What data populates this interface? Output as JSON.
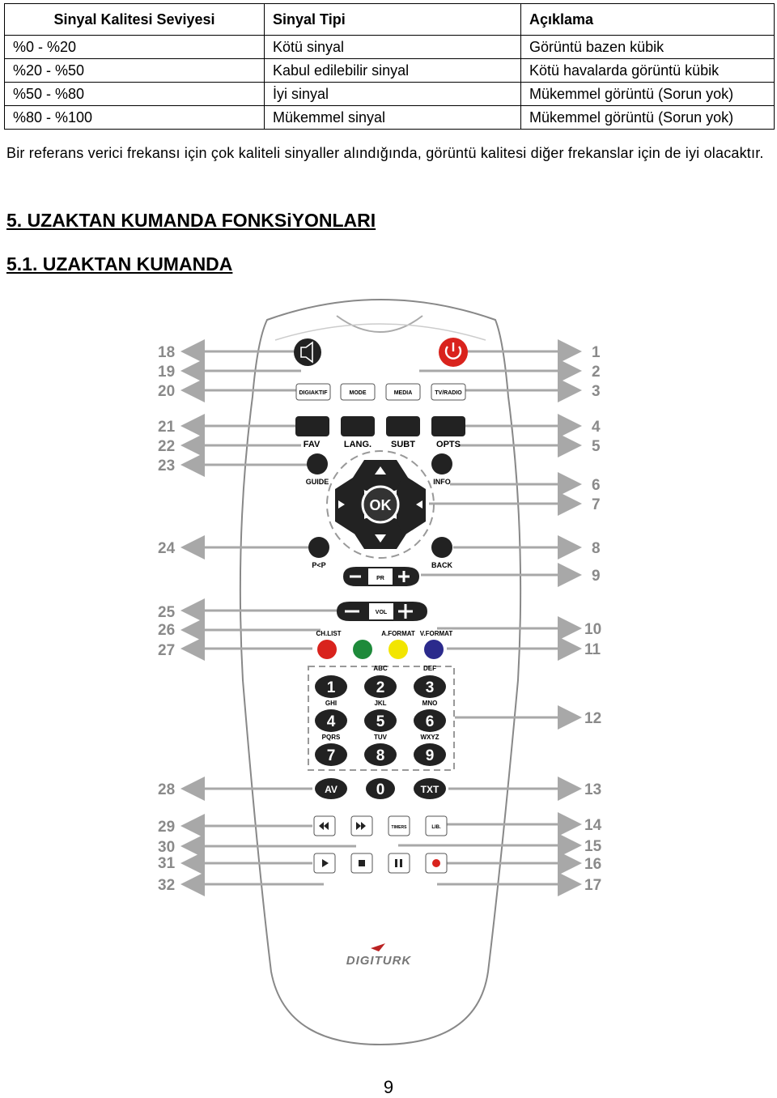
{
  "table": {
    "headers": [
      "Sinyal Kalitesi Seviyesi",
      "Sinyal Tipi",
      "Açıklama"
    ],
    "rows": [
      [
        "%0 - %20",
        "Kötü sinyal",
        "Görüntü bazen kübik"
      ],
      [
        "%20 - %50",
        "Kabul edilebilir sinyal",
        "Kötü havalarda görüntü kübik"
      ],
      [
        "%50 - %80",
        "İyi sinyal",
        "Mükemmel görüntü (Sorun yok)"
      ],
      [
        "%80 - %100",
        "Mükemmel sinyal",
        "Mükemmel görüntü (Sorun yok)"
      ]
    ]
  },
  "paragraph": "Bir referans verici frekansı için çok kaliteli sinyaller alındığında, görüntü kalitesi diğer frekanslar için de iyi olacaktır.",
  "heading1": "5. UZAKTAN KUMANDA FONKSiYONLARI",
  "heading2": "5.1. UZAKTAN KUMANDA",
  "remote": {
    "left_numbers": [
      "18",
      "19",
      "20",
      "21",
      "22",
      "23",
      "24",
      "25",
      "26",
      "27",
      "28",
      "29",
      "30",
      "31",
      "32"
    ],
    "right_numbers": [
      "1",
      "2",
      "3",
      "4",
      "5",
      "6",
      "7",
      "8",
      "9",
      "10",
      "11",
      "12",
      "13",
      "14",
      "15",
      "16",
      "17"
    ],
    "buttons": {
      "digiaktif": "DIGIAKTIF",
      "mode": "MODE",
      "media": "MEDIA",
      "tvradio": "TV/RADIO",
      "fav": "FAV",
      "lang": "LANG.",
      "subt": "SUBT",
      "opts": "OPTS",
      "guide": "GUIDE",
      "info": "INFO",
      "ok": "OK",
      "pip": "P<P",
      "back": "BACK",
      "pr": "PR",
      "vol": "VOL",
      "chlist": "CH.LIST",
      "aformat": "A.FORMAT",
      "vformat": "V.FORMAT",
      "abc": "ABC",
      "def": "DEF",
      "ghi": "GHI",
      "jkl": "JKL",
      "mno": "MNO",
      "pqrs": "PQRS",
      "tuv": "TUV",
      "wxyz": "WXYZ",
      "digits": [
        "1",
        "2",
        "3",
        "4",
        "5",
        "6",
        "7",
        "8",
        "9",
        "0"
      ],
      "av": "AV",
      "txt": "TXT",
      "timers": "TIMERS",
      "lib": "LIB.",
      "brand": "DIGITURK"
    }
  },
  "page_number": "9"
}
